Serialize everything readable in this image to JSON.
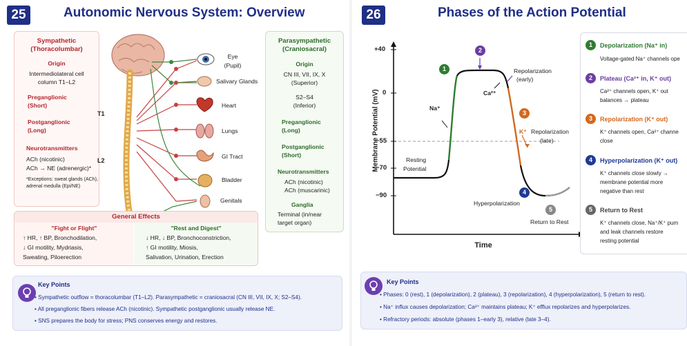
{
  "left": {
    "number": "25",
    "title": "Autonomic Nervous System: Overview",
    "symp": {
      "title1": "Sympathetic",
      "title2": "(Thoracolumbar)",
      "origin_h": "Origin",
      "origin1": "Intermediolateral cell",
      "origin2": "column T1–L2",
      "pre_h1": "Preganglionic",
      "pre_h2": "(Short)",
      "post_h1": "Postganglionic",
      "post_h2": "(Long)",
      "nt_h": "Neurotransmitters",
      "nt1": "ACh (nicotinic)",
      "nt2": "ACh → NE (adrenergic)*",
      "exc1": "*Exceptions: sweat glands (ACh),",
      "exc2": "adrenal medulla (Epi/NE)"
    },
    "spine_labels": {
      "t1": "T1",
      "l2": "L2"
    },
    "organs": [
      "Eye",
      "(Pupil)",
      "Salivary Glands",
      "Heart",
      "Lungs",
      "GI Tract",
      "Bladder",
      "Genitals"
    ],
    "para": {
      "title1": "Parasympathetic",
      "title2": "(Craniosacral)",
      "origin_h": "Origin",
      "origin1": "CN III, VII, IX, X",
      "origin2": "(Superior)",
      "origin3": "S2–S4",
      "origin4": "(Inferior)",
      "pre_h1": "Preganglionic",
      "pre_h2": "(Long)",
      "post_h1": "Postganglionic",
      "post_h2": "(Short)",
      "nt_h": "Neurotransmitters",
      "nt1": "ACh (nicotinic)",
      "nt2": "ACh (muscarinic)",
      "gang_h": "Ganglia",
      "gang1": "Terminal (in/near",
      "gang2": "target organ)"
    },
    "effects": {
      "title": "General Effects",
      "fight_h": "\"Fight or Flight\"",
      "fight1": "↑ HR, ↑ BP, Bronchodilation,",
      "fight2": "↓ GI motility, Mydriasis,",
      "fight3": "Sweating, Piloerection",
      "rest_h": "\"Rest and Digest\"",
      "rest1": "↓ HR, ↓ BP, Bronchoconstriction,",
      "rest2": "↑ GI motility, Miosis,",
      "rest3": "Salivation, Urination, Erection"
    },
    "key_points": {
      "title": "Key Points",
      "items": [
        "Sympathetic outflow = thoracolumbar (T1–L2). Parasympathetic = craniosacral (CN III, VII, IX, X; S2–S4).",
        "All preganglionic fibers release ACh (nicotinic). Sympathetic postganglionic usually release NE.",
        "SNS prepares the body for stress; PNS conserves energy and restores."
      ]
    }
  },
  "right": {
    "number": "26",
    "title": "Phases of the Action Potential",
    "ylabel": "Membrane Potential (mV)",
    "xlabel": "Time",
    "yticks": [
      "+40",
      "0",
      "−55",
      "−70",
      "−90"
    ],
    "annotations": {
      "resting1": "Resting",
      "resting2": "Potential",
      "na": "Na⁺",
      "ca": "Ca²⁺",
      "repol_early1": "Repolarization",
      "repol_early2": "(early)",
      "k": "K⁺",
      "repol_late1": "Repolarization",
      "repol_late2": "(late)",
      "hyper": "Hyperpolarization",
      "return": "Return to Rest"
    },
    "phase_nums": [
      "1",
      "2",
      "3",
      "4",
      "5"
    ],
    "phases": [
      {
        "num": "1",
        "title": "Depolarization (Na⁺ in)",
        "lines": [
          "Voltage-gated Na⁺ channels ope"
        ],
        "color": "#2e7d32"
      },
      {
        "num": "2",
        "title": "Plateau (Ca²⁺ in, K⁺ out)",
        "lines": [
          "Ca²⁺ channels open, K⁺ out",
          "balances → plateau"
        ],
        "color": "#6a3fa0"
      },
      {
        "num": "3",
        "title": "Repolarization (K⁺ out)",
        "lines": [
          "K⁺ channels open, Ca²⁺ channe",
          "close"
        ],
        "color": "#d2691e"
      },
      {
        "num": "4",
        "title": "Hyperpolarization (K⁺ out)",
        "lines": [
          "K⁺ channels close slowly →",
          "membrane potential more",
          "negative than rest"
        ],
        "color": "#1f3a93"
      },
      {
        "num": "5",
        "title": "Return to Rest",
        "lines": [
          "K⁺ channels close, Na⁺/K⁺ pum",
          "and leak channels restore",
          "resting potential"
        ],
        "color": "#666666"
      }
    ],
    "key_points": {
      "title": "Key Points",
      "items": [
        "Phases: 0 (rest), 1 (depolarization), 2 (plateau), 3 (repolarization), 4 (hyperpolarization), 5 (return to rest).",
        "Na⁺ influx causes depolarization; Ca²⁺ maintains plateau; K⁺ efflux repolarizes and hyperpolarizes.",
        "Refractory periods: absolute (phases 1–early 3), relative (late 3–4)."
      ]
    }
  }
}
